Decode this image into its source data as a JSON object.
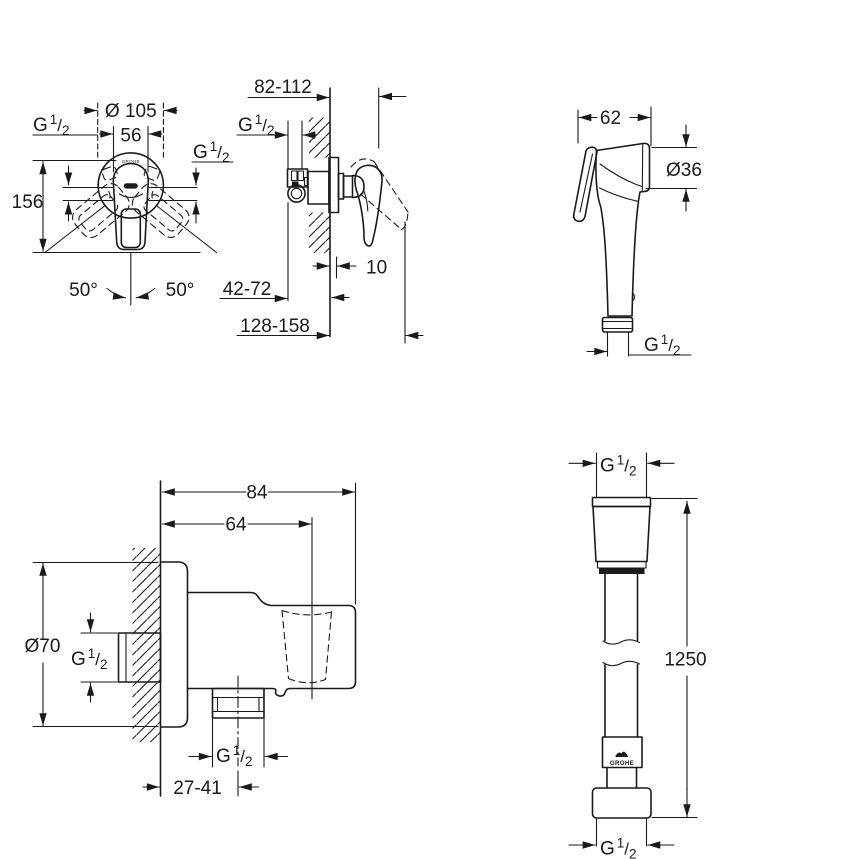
{
  "doc": {
    "background": "#ffffff",
    "ink": "#1a1a1a",
    "kind": "technical dimensional drawing"
  },
  "thread": {
    "g": "G",
    "sup": "1",
    "slash": "/",
    "sub": "2"
  },
  "front_view": {
    "dia_escutcheon": "Ø 105",
    "handle_width": "56",
    "height": "156",
    "angle_left": "50°",
    "angle_right": "50°",
    "brand": "GROHE"
  },
  "side_view": {
    "depth_range": "82-112",
    "plate_offset": "10",
    "min_depth_range": "42-72",
    "max_depth_range": "128-158"
  },
  "spray_view": {
    "head_width": "62",
    "face_dia": "Ø36"
  },
  "union_view": {
    "total_depth": "84",
    "holder_depth": "64",
    "flange_dia": "Ø70",
    "outlet_offset_range": "27-41"
  },
  "hose_view": {
    "length": "1250",
    "brand": "GROHE"
  }
}
